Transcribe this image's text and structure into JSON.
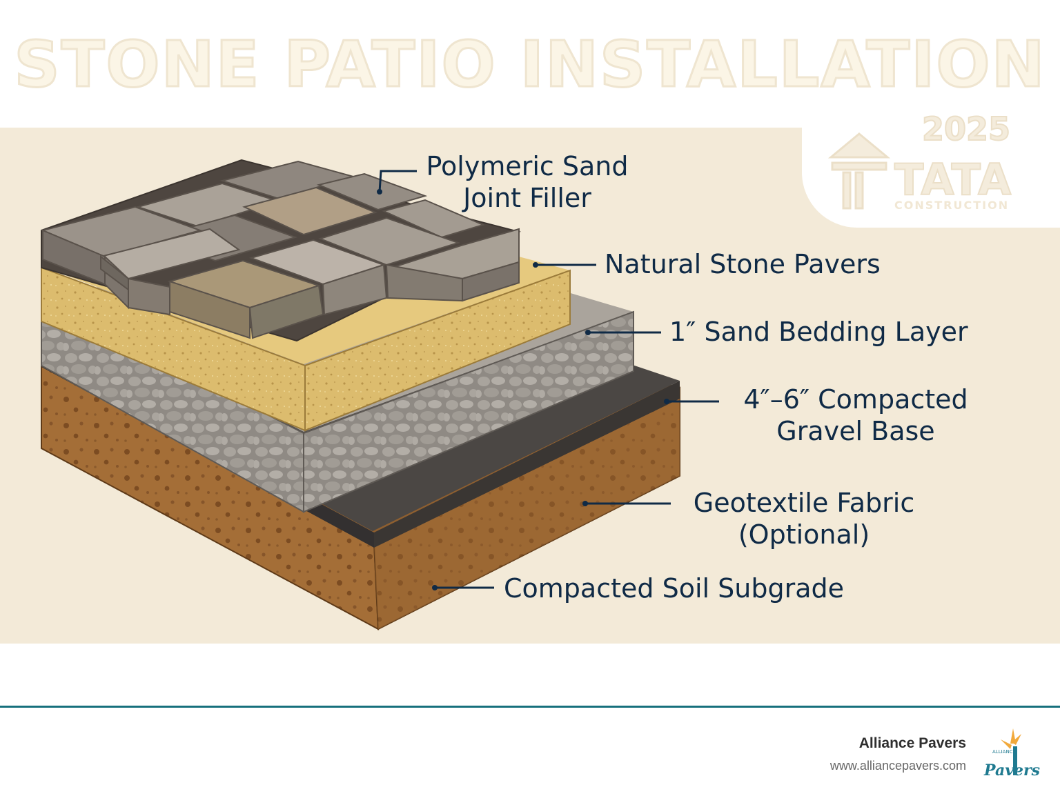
{
  "title": "STONE PATIO INSTALLATION",
  "logo": {
    "year": "2025",
    "name": "TATA",
    "subtitle": "CONSTRUCTION"
  },
  "layers": [
    {
      "id": "joint-filler",
      "label_line1": "Polymeric Sand",
      "label_line2": "Joint Filler",
      "color": "#8f877e"
    },
    {
      "id": "pavers",
      "label_line1": "Natural Stone Pavers",
      "label_line2": "",
      "color": "#a49d92"
    },
    {
      "id": "sand-bedding",
      "label_line1": "1″ Sand Bedding Layer",
      "label_line2": "",
      "color": "#d9b86a"
    },
    {
      "id": "gravel-base",
      "label_line1": "4″–6″ Compacted",
      "label_line2": "Gravel Base",
      "color": "#9e9890"
    },
    {
      "id": "geotextile",
      "label_line1": "Geotextile Fabric",
      "label_line2": "(Optional)",
      "color": "#3f3b38"
    },
    {
      "id": "soil-subgrade",
      "label_line1": "Compacted Soil Subgrade",
      "label_line2": "",
      "color": "#a06c36"
    }
  ],
  "footer": {
    "brand": "Alliance Pavers",
    "url": "www.alliancepavers.com",
    "logo_text": "Pavers",
    "logo_small": "ALLIANCE"
  },
  "colors": {
    "accent_rule": "#16707c",
    "label_text": "#0f2a46",
    "panel_bg": "#f3ead8"
  }
}
